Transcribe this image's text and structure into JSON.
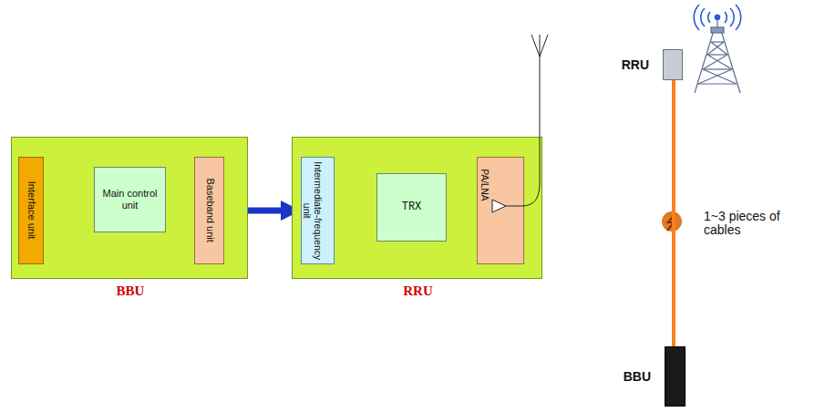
{
  "diagram": {
    "nodes": [
      {
        "text": [
          "BBU"
        ]
      },
      {
        "text": [
          "Interface unit"
        ],
        "in": 0
      },
      {
        "text": [
          "Main control unit"
        ],
        "in": 0
      },
      {
        "text": [
          "Baseband unit"
        ],
        "in": 0
      },
      {
        "text": [
          "RRU"
        ]
      },
      {
        "text": [
          "Intermediate-frequency unit"
        ],
        "in": 4
      },
      {
        "text": [
          "TRX"
        ],
        "in": 4
      },
      {
        "text": [
          "PA/LNA"
        ],
        "in": 4
      },
      {
        "text": [
          "RRU"
        ]
      },
      {
        "text": [
          "BBU"
        ]
      }
    ],
    "edges": [
      {
        "from": 1,
        "to": 2,
        "arrow": "both"
      },
      {
        "from": 2,
        "to": 3,
        "arrow": "both"
      },
      {
        "from": 3,
        "to": 5,
        "arrow": "both"
      },
      {
        "from": 5,
        "to": 6,
        "arrow": "both"
      },
      {
        "from": 6,
        "to": 7,
        "arrow": "both"
      },
      {
        "from": 8,
        "to": 9,
        "label": "1~3 pieces of cables",
        "arrow": "none"
      }
    ]
  }
}
